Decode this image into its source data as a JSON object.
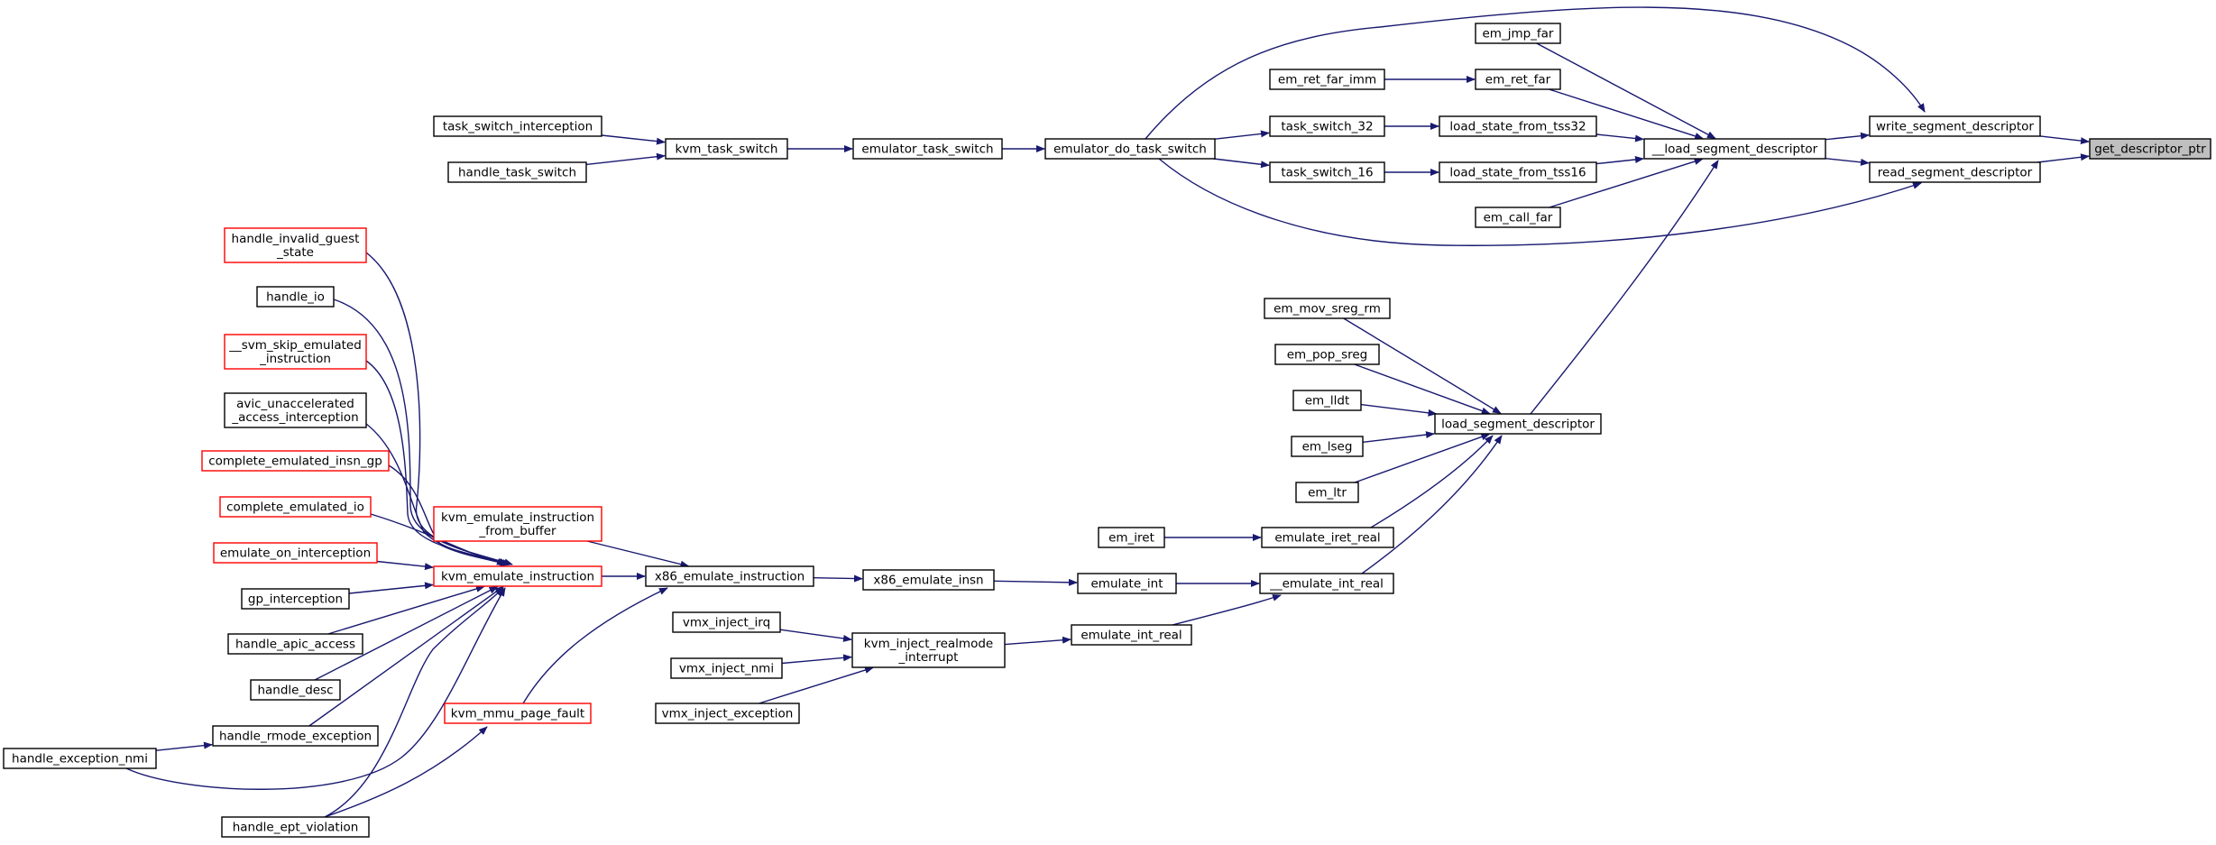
{
  "colors": {
    "normal_border": "#000000",
    "truncated_border": "#ff0000",
    "root_fill": "#bfbfbf",
    "edge": "#191970",
    "background": "#ffffff"
  },
  "graph": {
    "root": "get_descriptor_ptr",
    "nodes": [
      {
        "id": "get_descriptor_ptr",
        "lines": [
          "get_descriptor_ptr"
        ],
        "kind": "root"
      },
      {
        "id": "write_segment_descriptor",
        "lines": [
          "write_segment_descriptor"
        ],
        "kind": "normal"
      },
      {
        "id": "read_segment_descriptor",
        "lines": [
          "read_segment_descriptor"
        ],
        "kind": "normal"
      },
      {
        "id": "__load_segment_descriptor",
        "lines": [
          "__load_segment_descriptor"
        ],
        "kind": "normal"
      },
      {
        "id": "em_jmp_far",
        "lines": [
          "em_jmp_far"
        ],
        "kind": "normal"
      },
      {
        "id": "em_ret_far",
        "lines": [
          "em_ret_far"
        ],
        "kind": "normal"
      },
      {
        "id": "em_ret_far_imm",
        "lines": [
          "em_ret_far_imm"
        ],
        "kind": "normal"
      },
      {
        "id": "load_state_from_tss32",
        "lines": [
          "load_state_from_tss32"
        ],
        "kind": "normal"
      },
      {
        "id": "load_state_from_tss16",
        "lines": [
          "load_state_from_tss16"
        ],
        "kind": "normal"
      },
      {
        "id": "em_call_far",
        "lines": [
          "em_call_far"
        ],
        "kind": "normal"
      },
      {
        "id": "task_switch_32",
        "lines": [
          "task_switch_32"
        ],
        "kind": "normal"
      },
      {
        "id": "task_switch_16",
        "lines": [
          "task_switch_16"
        ],
        "kind": "normal"
      },
      {
        "id": "emulator_do_task_switch",
        "lines": [
          "emulator_do_task_switch"
        ],
        "kind": "normal"
      },
      {
        "id": "emulator_task_switch",
        "lines": [
          "emulator_task_switch"
        ],
        "kind": "normal"
      },
      {
        "id": "kvm_task_switch",
        "lines": [
          "kvm_task_switch"
        ],
        "kind": "normal"
      },
      {
        "id": "task_switch_interception",
        "lines": [
          "task_switch_interception"
        ],
        "kind": "normal"
      },
      {
        "id": "handle_task_switch",
        "lines": [
          "handle_task_switch"
        ],
        "kind": "normal"
      },
      {
        "id": "load_segment_descriptor",
        "lines": [
          "load_segment_descriptor"
        ],
        "kind": "normal"
      },
      {
        "id": "em_mov_sreg_rm",
        "lines": [
          "em_mov_sreg_rm"
        ],
        "kind": "normal"
      },
      {
        "id": "em_pop_sreg",
        "lines": [
          "em_pop_sreg"
        ],
        "kind": "normal"
      },
      {
        "id": "em_lldt",
        "lines": [
          "em_lldt"
        ],
        "kind": "normal"
      },
      {
        "id": "em_lseg",
        "lines": [
          "em_lseg"
        ],
        "kind": "normal"
      },
      {
        "id": "em_ltr",
        "lines": [
          "em_ltr"
        ],
        "kind": "normal"
      },
      {
        "id": "emulate_iret_real",
        "lines": [
          "emulate_iret_real"
        ],
        "kind": "normal"
      },
      {
        "id": "em_iret",
        "lines": [
          "em_iret"
        ],
        "kind": "normal"
      },
      {
        "id": "__emulate_int_real",
        "lines": [
          "__emulate_int_real"
        ],
        "kind": "normal"
      },
      {
        "id": "emulate_int",
        "lines": [
          "emulate_int"
        ],
        "kind": "normal"
      },
      {
        "id": "emulate_int_real",
        "lines": [
          "emulate_int_real"
        ],
        "kind": "normal"
      },
      {
        "id": "x86_emulate_insn",
        "lines": [
          "x86_emulate_insn"
        ],
        "kind": "normal"
      },
      {
        "id": "x86_emulate_instruction",
        "lines": [
          "x86_emulate_instruction"
        ],
        "kind": "normal"
      },
      {
        "id": "kvm_inject_realmode_interrupt",
        "lines": [
          "kvm_inject_realmode",
          "_interrupt"
        ],
        "kind": "normal"
      },
      {
        "id": "vmx_inject_irq",
        "lines": [
          "vmx_inject_irq"
        ],
        "kind": "normal"
      },
      {
        "id": "vmx_inject_nmi",
        "lines": [
          "vmx_inject_nmi"
        ],
        "kind": "normal"
      },
      {
        "id": "vmx_inject_exception",
        "lines": [
          "vmx_inject_exception"
        ],
        "kind": "normal"
      },
      {
        "id": "kvm_emulate_instruction_from_buffer",
        "lines": [
          "kvm_emulate_instruction",
          "_from_buffer"
        ],
        "kind": "truncated"
      },
      {
        "id": "kvm_emulate_instruction",
        "lines": [
          "kvm_emulate_instruction"
        ],
        "kind": "truncated"
      },
      {
        "id": "kvm_mmu_page_fault",
        "lines": [
          "kvm_mmu_page_fault"
        ],
        "kind": "truncated"
      },
      {
        "id": "handle_invalid_guest_state",
        "lines": [
          "handle_invalid_guest",
          "_state"
        ],
        "kind": "truncated"
      },
      {
        "id": "handle_io",
        "lines": [
          "handle_io"
        ],
        "kind": "normal"
      },
      {
        "id": "__svm_skip_emulated_instruction",
        "lines": [
          "__svm_skip_emulated",
          "_instruction"
        ],
        "kind": "truncated"
      },
      {
        "id": "avic_unaccelerated_access_interception",
        "lines": [
          "avic_unaccelerated",
          "_access_interception"
        ],
        "kind": "normal"
      },
      {
        "id": "complete_emulated_insn_gp",
        "lines": [
          "complete_emulated_insn_gp"
        ],
        "kind": "truncated"
      },
      {
        "id": "complete_emulated_io",
        "lines": [
          "complete_emulated_io"
        ],
        "kind": "truncated"
      },
      {
        "id": "emulate_on_interception",
        "lines": [
          "emulate_on_interception"
        ],
        "kind": "truncated"
      },
      {
        "id": "gp_interception",
        "lines": [
          "gp_interception"
        ],
        "kind": "normal"
      },
      {
        "id": "handle_apic_access",
        "lines": [
          "handle_apic_access"
        ],
        "kind": "normal"
      },
      {
        "id": "handle_desc",
        "lines": [
          "handle_desc"
        ],
        "kind": "normal"
      },
      {
        "id": "handle_rmode_exception",
        "lines": [
          "handle_rmode_exception"
        ],
        "kind": "normal"
      },
      {
        "id": "handle_exception_nmi",
        "lines": [
          "handle_exception_nmi"
        ],
        "kind": "normal"
      },
      {
        "id": "handle_ept_violation",
        "lines": [
          "handle_ept_violation"
        ],
        "kind": "normal"
      }
    ],
    "edges": [
      {
        "from": "write_segment_descriptor",
        "to": "get_descriptor_ptr"
      },
      {
        "from": "read_segment_descriptor",
        "to": "get_descriptor_ptr"
      },
      {
        "from": "__load_segment_descriptor",
        "to": "write_segment_descriptor"
      },
      {
        "from": "__load_segment_descriptor",
        "to": "read_segment_descriptor"
      },
      {
        "from": "emulator_do_task_switch",
        "to": "write_segment_descriptor"
      },
      {
        "from": "emulator_do_task_switch",
        "to": "read_segment_descriptor"
      },
      {
        "from": "em_jmp_far",
        "to": "__load_segment_descriptor"
      },
      {
        "from": "em_ret_far",
        "to": "__load_segment_descriptor"
      },
      {
        "from": "load_state_from_tss32",
        "to": "__load_segment_descriptor"
      },
      {
        "from": "load_state_from_tss16",
        "to": "__load_segment_descriptor"
      },
      {
        "from": "em_call_far",
        "to": "__load_segment_descriptor"
      },
      {
        "from": "load_segment_descriptor",
        "to": "__load_segment_descriptor"
      },
      {
        "from": "em_ret_far_imm",
        "to": "em_ret_far"
      },
      {
        "from": "task_switch_32",
        "to": "load_state_from_tss32"
      },
      {
        "from": "task_switch_16",
        "to": "load_state_from_tss16"
      },
      {
        "from": "emulator_do_task_switch",
        "to": "task_switch_32"
      },
      {
        "from": "emulator_do_task_switch",
        "to": "task_switch_16"
      },
      {
        "from": "emulator_task_switch",
        "to": "emulator_do_task_switch"
      },
      {
        "from": "kvm_task_switch",
        "to": "emulator_task_switch"
      },
      {
        "from": "task_switch_interception",
        "to": "kvm_task_switch"
      },
      {
        "from": "handle_task_switch",
        "to": "kvm_task_switch"
      },
      {
        "from": "em_mov_sreg_rm",
        "to": "load_segment_descriptor"
      },
      {
        "from": "em_pop_sreg",
        "to": "load_segment_descriptor"
      },
      {
        "from": "em_lldt",
        "to": "load_segment_descriptor"
      },
      {
        "from": "em_lseg",
        "to": "load_segment_descriptor"
      },
      {
        "from": "em_ltr",
        "to": "load_segment_descriptor"
      },
      {
        "from": "emulate_iret_real",
        "to": "load_segment_descriptor"
      },
      {
        "from": "__emulate_int_real",
        "to": "load_segment_descriptor"
      },
      {
        "from": "em_iret",
        "to": "emulate_iret_real"
      },
      {
        "from": "emulate_int",
        "to": "__emulate_int_real"
      },
      {
        "from": "emulate_int_real",
        "to": "__emulate_int_real"
      },
      {
        "from": "x86_emulate_insn",
        "to": "emulate_int"
      },
      {
        "from": "kvm_inject_realmode_interrupt",
        "to": "emulate_int_real"
      },
      {
        "from": "x86_emulate_instruction",
        "to": "x86_emulate_insn"
      },
      {
        "from": "vmx_inject_irq",
        "to": "kvm_inject_realmode_interrupt"
      },
      {
        "from": "vmx_inject_nmi",
        "to": "kvm_inject_realmode_interrupt"
      },
      {
        "from": "vmx_inject_exception",
        "to": "kvm_inject_realmode_interrupt"
      },
      {
        "from": "kvm_emulate_instruction_from_buffer",
        "to": "x86_emulate_instruction"
      },
      {
        "from": "kvm_emulate_instruction",
        "to": "x86_emulate_instruction"
      },
      {
        "from": "kvm_mmu_page_fault",
        "to": "x86_emulate_instruction"
      },
      {
        "from": "handle_invalid_guest_state",
        "to": "kvm_emulate_instruction"
      },
      {
        "from": "handle_io",
        "to": "kvm_emulate_instruction"
      },
      {
        "from": "__svm_skip_emulated_instruction",
        "to": "kvm_emulate_instruction"
      },
      {
        "from": "avic_unaccelerated_access_interception",
        "to": "kvm_emulate_instruction"
      },
      {
        "from": "complete_emulated_insn_gp",
        "to": "kvm_emulate_instruction"
      },
      {
        "from": "complete_emulated_io",
        "to": "kvm_emulate_instruction"
      },
      {
        "from": "emulate_on_interception",
        "to": "kvm_emulate_instruction"
      },
      {
        "from": "gp_interception",
        "to": "kvm_emulate_instruction"
      },
      {
        "from": "handle_apic_access",
        "to": "kvm_emulate_instruction"
      },
      {
        "from": "handle_desc",
        "to": "kvm_emulate_instruction"
      },
      {
        "from": "handle_rmode_exception",
        "to": "kvm_emulate_instruction"
      },
      {
        "from": "handle_exception_nmi",
        "to": "kvm_emulate_instruction"
      },
      {
        "from": "handle_ept_violation",
        "to": "kvm_emulate_instruction"
      },
      {
        "from": "handle_exception_nmi",
        "to": "handle_rmode_exception"
      },
      {
        "from": "handle_ept_violation",
        "to": "kvm_mmu_page_fault"
      }
    ]
  }
}
